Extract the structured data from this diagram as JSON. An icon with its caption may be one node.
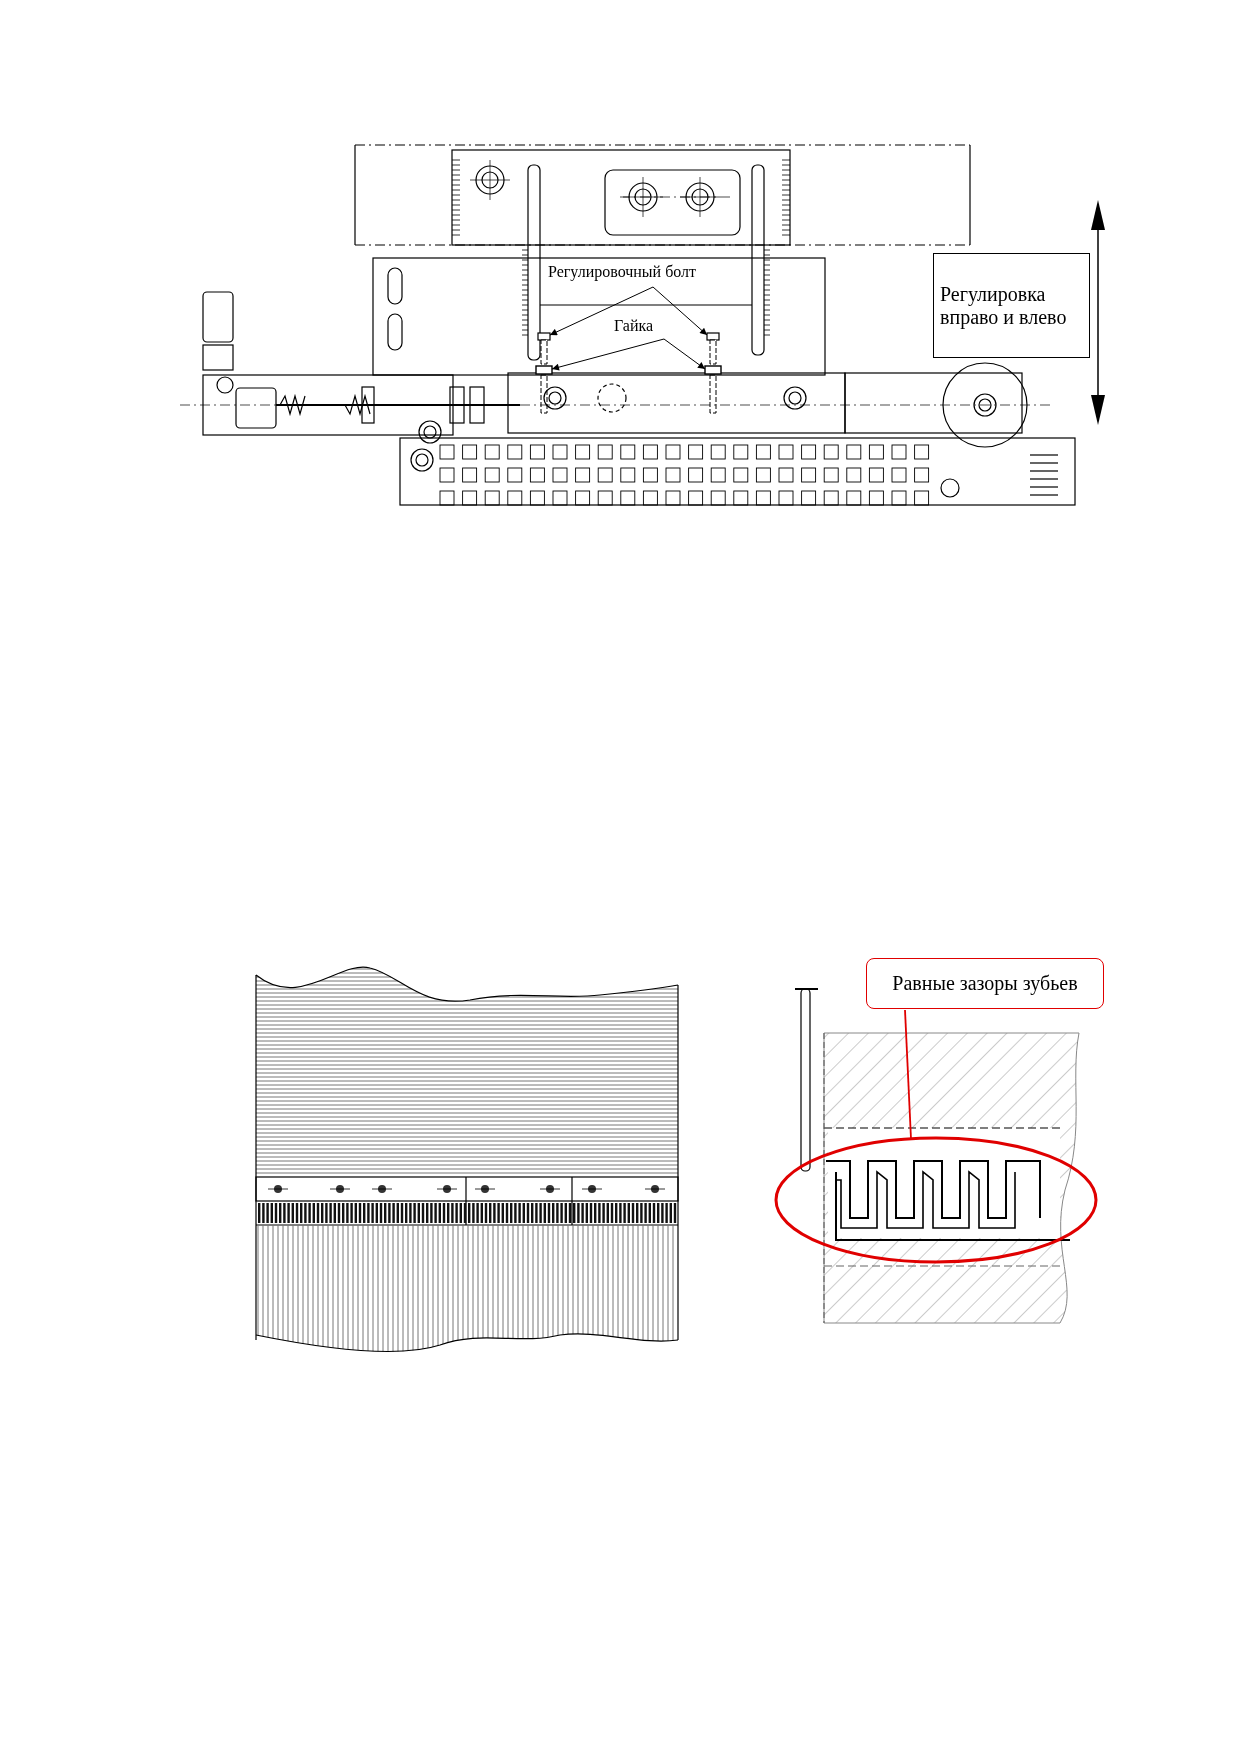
{
  "diagram": {
    "nodes": [
      {
        "text": [
          "Регулировочный болт"
        ]
      },
      {
        "text": [],
        "shape": "bolt"
      },
      {
        "text": [],
        "shape": "bolt"
      },
      {
        "text": [
          "Гайка"
        ]
      },
      {
        "text": [],
        "shape": "nut"
      },
      {
        "text": [],
        "shape": "nut"
      },
      {
        "text": [
          "Регулировка вправо и влево"
        ]
      },
      {
        "text": [
          "Равные зазоры зубьев"
        ]
      },
      {
        "text": [],
        "shape": "ellipse"
      }
    ],
    "edges": [
      {
        "from": 0,
        "to": 1,
        "arrow": "to"
      },
      {
        "from": 0,
        "to": 2,
        "arrow": "to"
      },
      {
        "from": 3,
        "to": 4,
        "arrow": "to"
      },
      {
        "from": 3,
        "to": 5,
        "arrow": "to"
      },
      {
        "from": 7,
        "to": 8,
        "arrow": "none",
        "color": "#e00000"
      }
    ]
  }
}
